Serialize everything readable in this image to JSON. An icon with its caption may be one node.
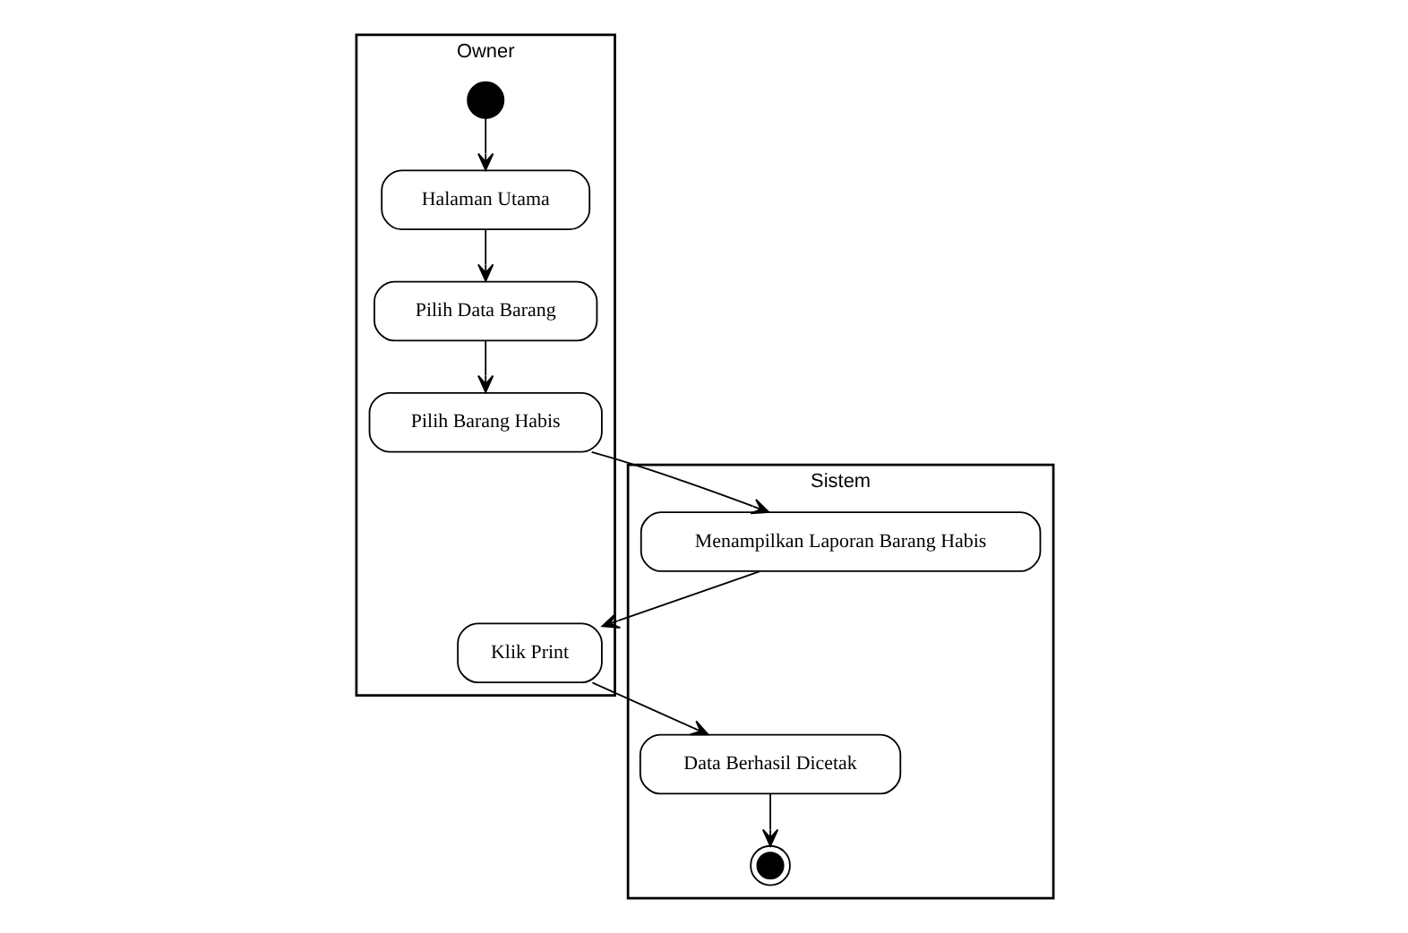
{
  "diagram": {
    "nodes": [
      {
        "text": [
          "Owner"
        ]
      },
      {
        "text": [
          "Sistem"
        ]
      },
      {
        "text": [],
        "shape": "circle",
        "in": 0
      },
      {
        "text": [
          "Halaman Utama"
        ],
        "in": 0
      },
      {
        "text": [
          "Pilih Data Barang"
        ],
        "in": 0
      },
      {
        "text": [
          "Pilih Barang Habis"
        ],
        "in": 0
      },
      {
        "text": [
          "Menampilkan Laporan Barang Habis"
        ],
        "in": 1
      },
      {
        "text": [
          "Klik Print"
        ],
        "in": 0
      },
      {
        "text": [
          "Data Berhasil Dicetak"
        ],
        "in": 1
      },
      {
        "text": [],
        "shape": "bullseye",
        "in": 1
      }
    ],
    "edges": [
      {
        "from": 2,
        "to": 3,
        "arrow": "to"
      },
      {
        "from": 3,
        "to": 4,
        "arrow": "to"
      },
      {
        "from": 4,
        "to": 5,
        "arrow": "to"
      },
      {
        "from": 5,
        "to": 6,
        "arrow": "to"
      },
      {
        "from": 6,
        "to": 7,
        "arrow": "to"
      },
      {
        "from": 7,
        "to": 8,
        "arrow": "to"
      },
      {
        "from": 8,
        "to": 9,
        "arrow": "to"
      }
    ]
  }
}
